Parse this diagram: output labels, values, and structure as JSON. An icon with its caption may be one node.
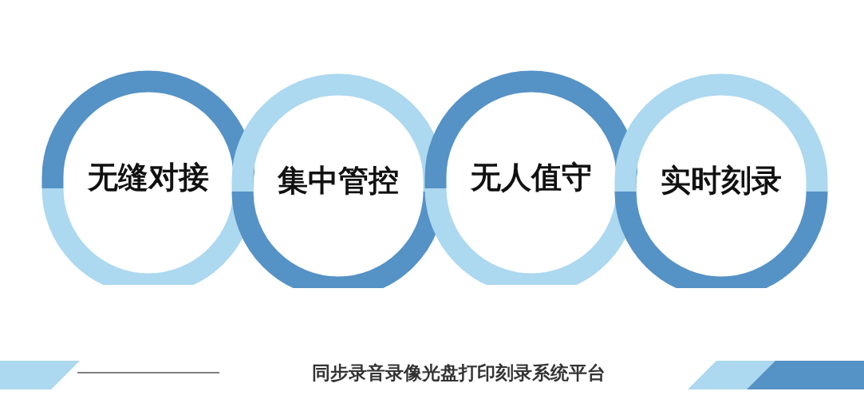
{
  "diagram": {
    "caption": "同步录音录像光盘打印刻录系统平台",
    "nodes": [
      {
        "text": [
          "无缝对接"
        ]
      },
      {
        "text": [
          "集中管控"
        ]
      },
      {
        "text": [
          "无人值守"
        ]
      },
      {
        "text": [
          "实时刻录"
        ]
      }
    ]
  }
}
